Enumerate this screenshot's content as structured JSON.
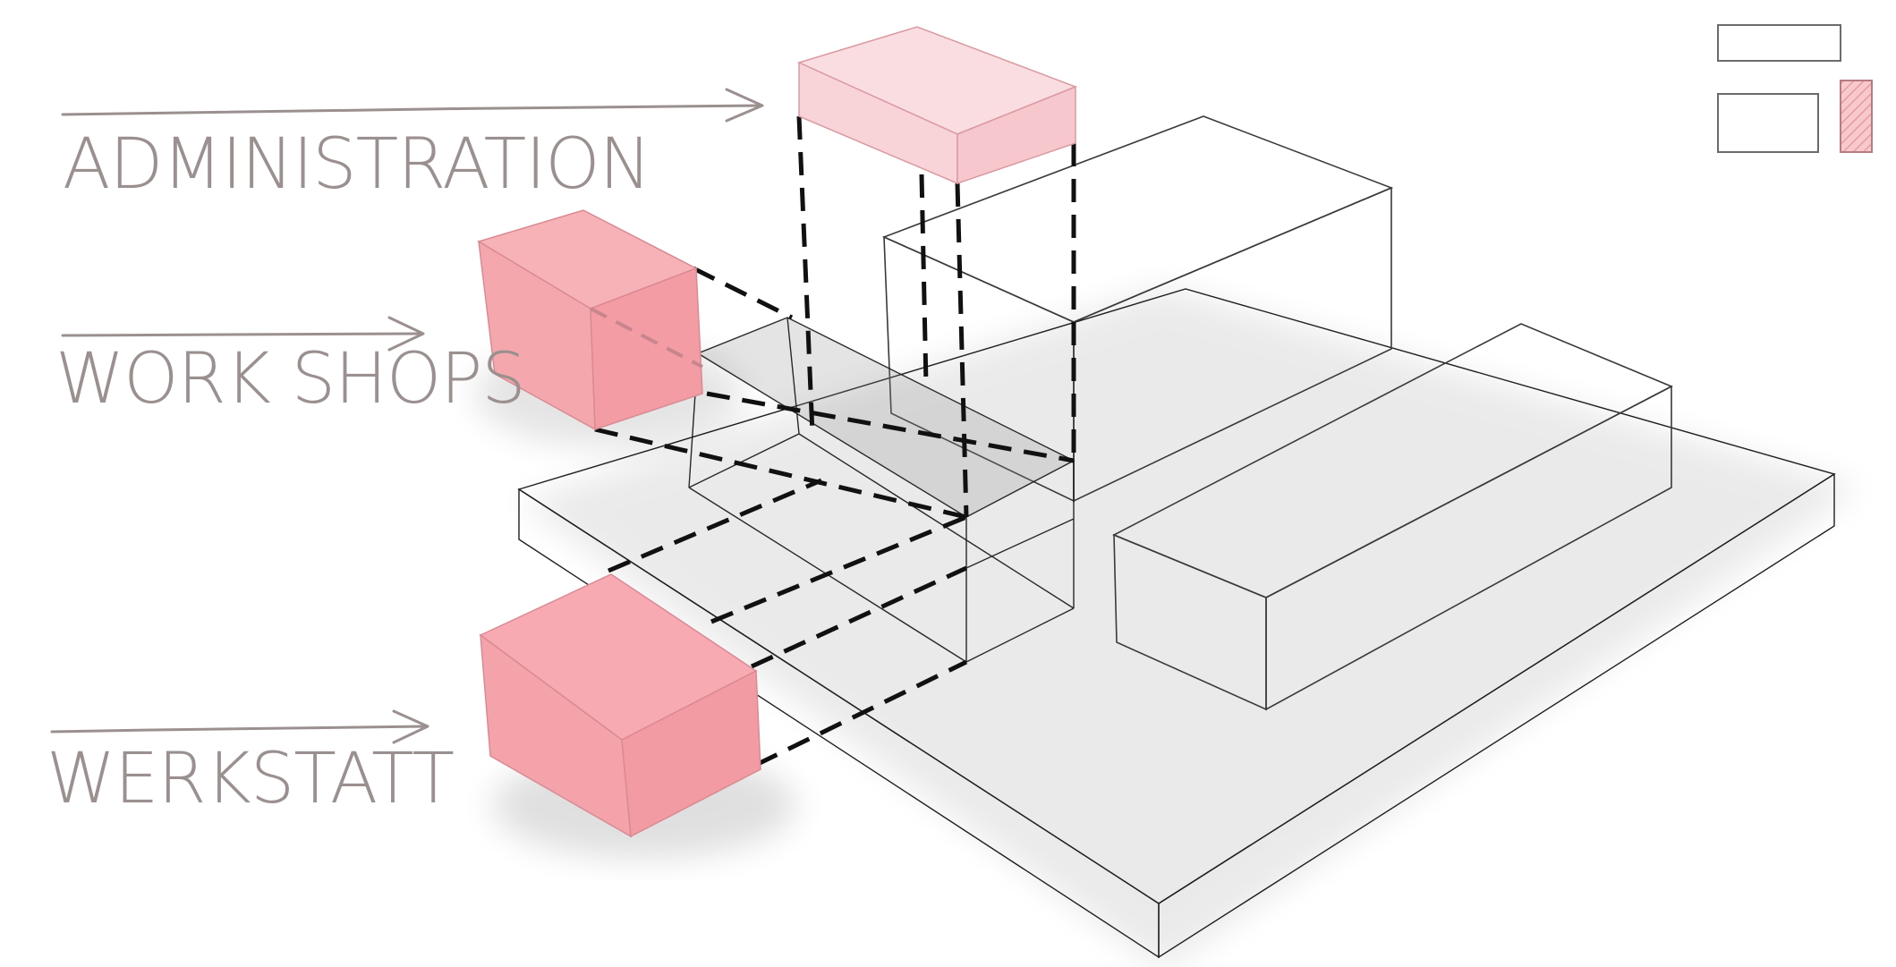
{
  "labels": {
    "administration": "ADMINISTRATION",
    "workshops": "WORK SHOPS",
    "werkstatt": "WERKSTATT"
  },
  "colors": {
    "pink_light": "#f8d3d7",
    "pink_mid": "#f5a7ae",
    "pink_strong": "#f39ba3",
    "base_dark": "#6e6e6e",
    "label_gray": "#9b9090"
  }
}
